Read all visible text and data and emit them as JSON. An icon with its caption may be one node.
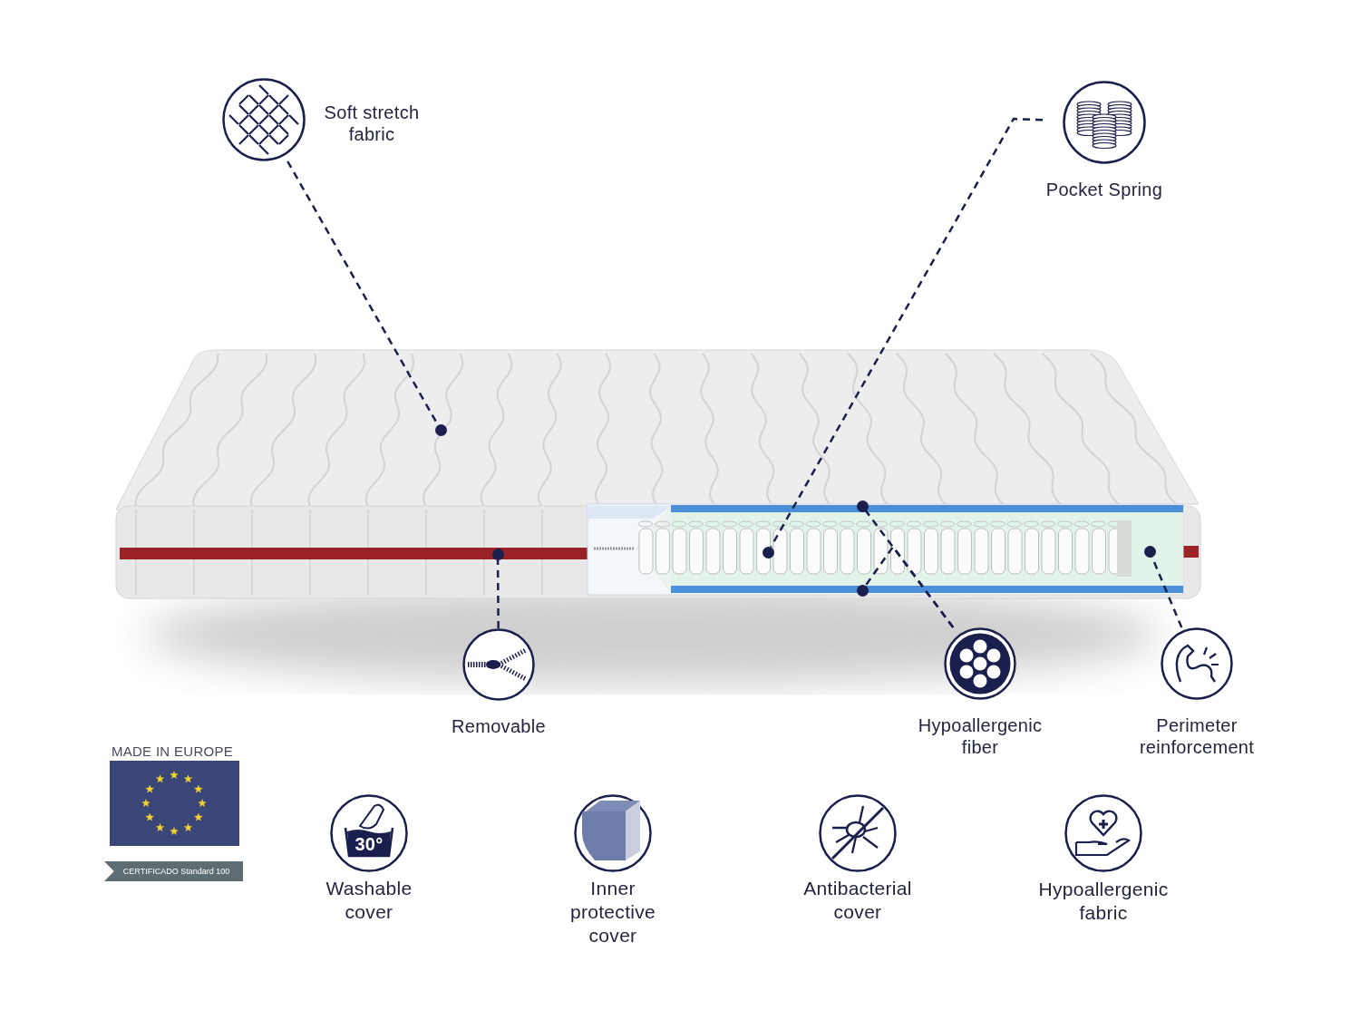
{
  "diagram": {
    "nodes": [
      {
        "text": [
          "Soft stretch fabric"
        ]
      },
      {
        "text": [
          "Pocket Spring"
        ]
      },
      {
        "text": [
          "Removable"
        ]
      },
      {
        "text": [
          "Hypoallergenic fiber"
        ]
      },
      {
        "text": [
          "Perimeter reinforcement"
        ]
      },
      {
        "text": [],
        "shape": "circle"
      },
      {
        "text": [],
        "shape": "circle"
      },
      {
        "text": [],
        "shape": "circle"
      },
      {
        "text": [],
        "shape": "circle"
      },
      {
        "text": [],
        "shape": "circle"
      },
      {
        "text": [],
        "shape": "circle"
      }
    ],
    "edges": [
      {
        "from": 0,
        "to": 5,
        "arrow": "none",
        "style": "dashed"
      },
      {
        "from": 1,
        "to": 6,
        "arrow": "none",
        "style": "dashed"
      },
      {
        "from": 2,
        "to": 7,
        "arrow": "none",
        "style": "dashed"
      },
      {
        "from": 3,
        "to": 8,
        "arrow": "none",
        "style": "dashed"
      },
      {
        "from": 3,
        "to": 9,
        "arrow": "none",
        "style": "dashed"
      },
      {
        "from": 4,
        "to": 10,
        "arrow": "none",
        "style": "dashed"
      }
    ],
    "labels": [
      "MADE IN EUROPE",
      "CERTIFICADO Standard 100",
      "30°",
      "Washable cover",
      "Inner protective cover",
      "Antibacterial cover",
      "Hypoallergenic fabric"
    ]
  }
}
